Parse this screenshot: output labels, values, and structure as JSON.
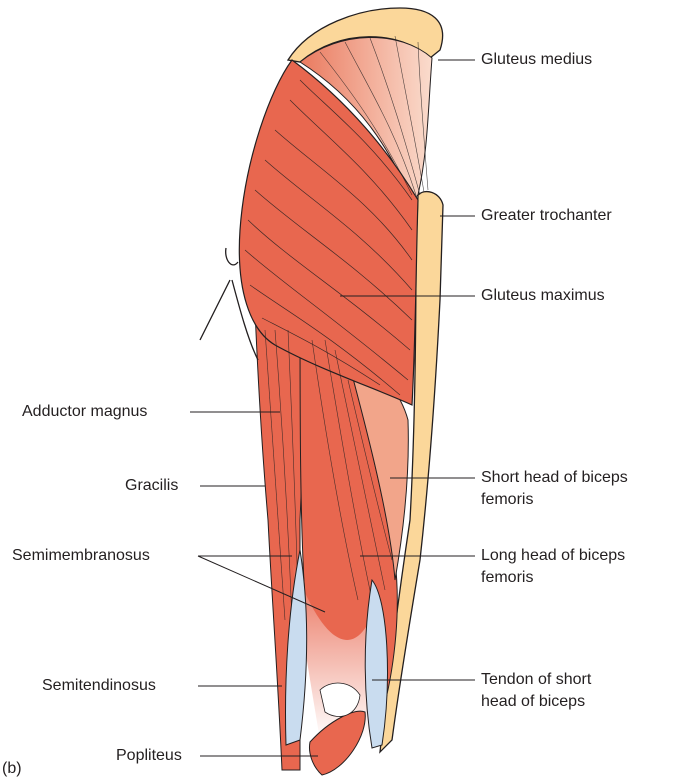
{
  "panel_label": "(b)",
  "colors": {
    "muscle": "#e8674f",
    "muscle_light": "#f2a58a",
    "bone": "#fbd79a",
    "tendon": "#c9dcef",
    "stroke": "#231f20"
  },
  "labels": {
    "gluteus_medius": "Gluteus medius",
    "greater_trochanter": "Greater trochanter",
    "gluteus_maximus": "Gluteus maximus",
    "adductor_magnus": "Adductor magnus",
    "gracilis": "Gracilis",
    "semimembranosus": "Semimembranosus",
    "semitendinosus": "Semitendinosus",
    "popliteus": "Popliteus",
    "short_head_line1": "Short head of biceps",
    "short_head_line2": "femoris",
    "long_head_line1": "Long head of biceps",
    "long_head_line2": "femoris",
    "tendon_line1": "Tendon of short",
    "tendon_line2": "head of biceps"
  }
}
